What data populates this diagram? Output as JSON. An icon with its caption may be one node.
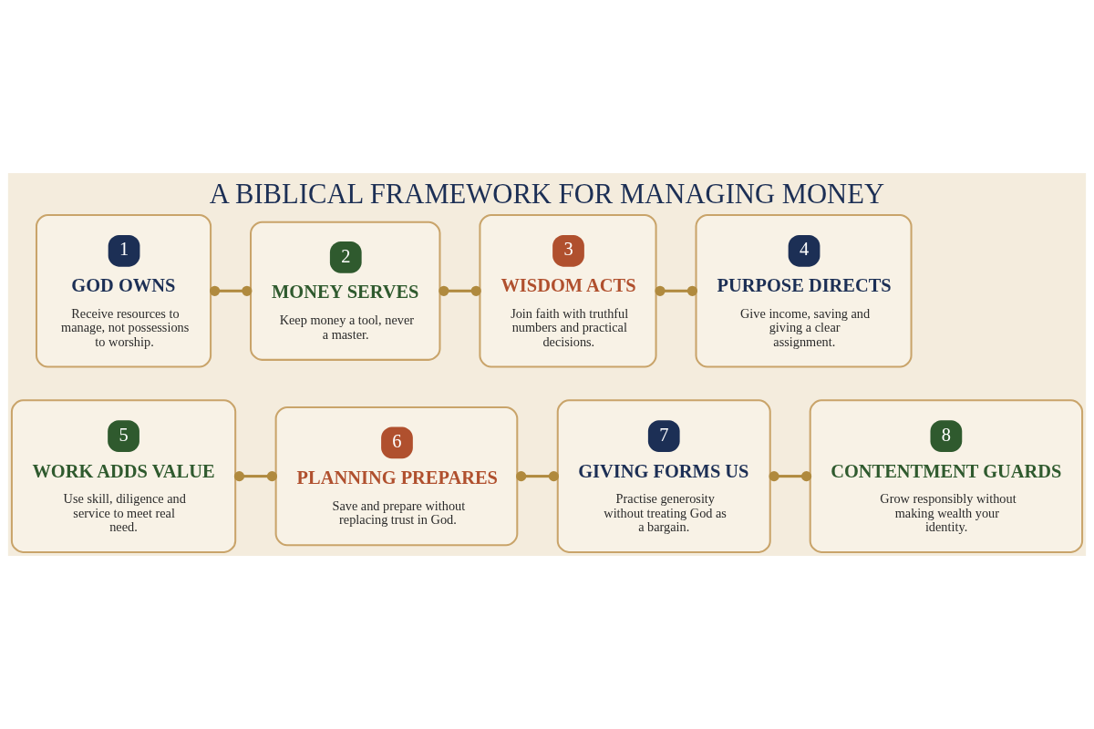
{
  "diagram": {
    "title": "A BIBLICAL FRAMEWORK FOR MANAGING MONEY",
    "nodes": [
      {
        "text": [
          "1",
          "GOD OWNS",
          "Receive resources to manage, not possessions to worship."
        ]
      },
      {
        "text": [
          "2",
          "MONEY SERVES",
          "Keep money a tool, never a master."
        ]
      },
      {
        "text": [
          "3",
          "WISDOM ACTS",
          "Join faith with truthful numbers and practical decisions."
        ]
      },
      {
        "text": [
          "4",
          "PURPOSE DIRECTS",
          "Give income, saving and giving a clear assignment."
        ]
      },
      {
        "text": [
          "5",
          "WORK ADDS VALUE",
          "Use skill, diligence and service to meet real need."
        ]
      },
      {
        "text": [
          "6",
          "PLANNING PREPARES",
          "Save and prepare without replacing trust in God."
        ]
      },
      {
        "text": [
          "7",
          "GIVING FORMS US",
          "Practise generosity without treating God as a bargain."
        ]
      },
      {
        "text": [
          "8",
          "CONTENTMENT GUARDS",
          "Grow responsibly without making wealth your identity."
        ]
      }
    ],
    "edges": [
      {
        "from": 0,
        "to": 1,
        "arrow": "other"
      },
      {
        "from": 1,
        "to": 2,
        "arrow": "other"
      },
      {
        "from": 2,
        "to": 3,
        "arrow": "other"
      },
      {
        "from": 4,
        "to": 5,
        "arrow": "other"
      },
      {
        "from": 5,
        "to": 6,
        "arrow": "other"
      },
      {
        "from": 6,
        "to": 7,
        "arrow": "other"
      }
    ]
  }
}
